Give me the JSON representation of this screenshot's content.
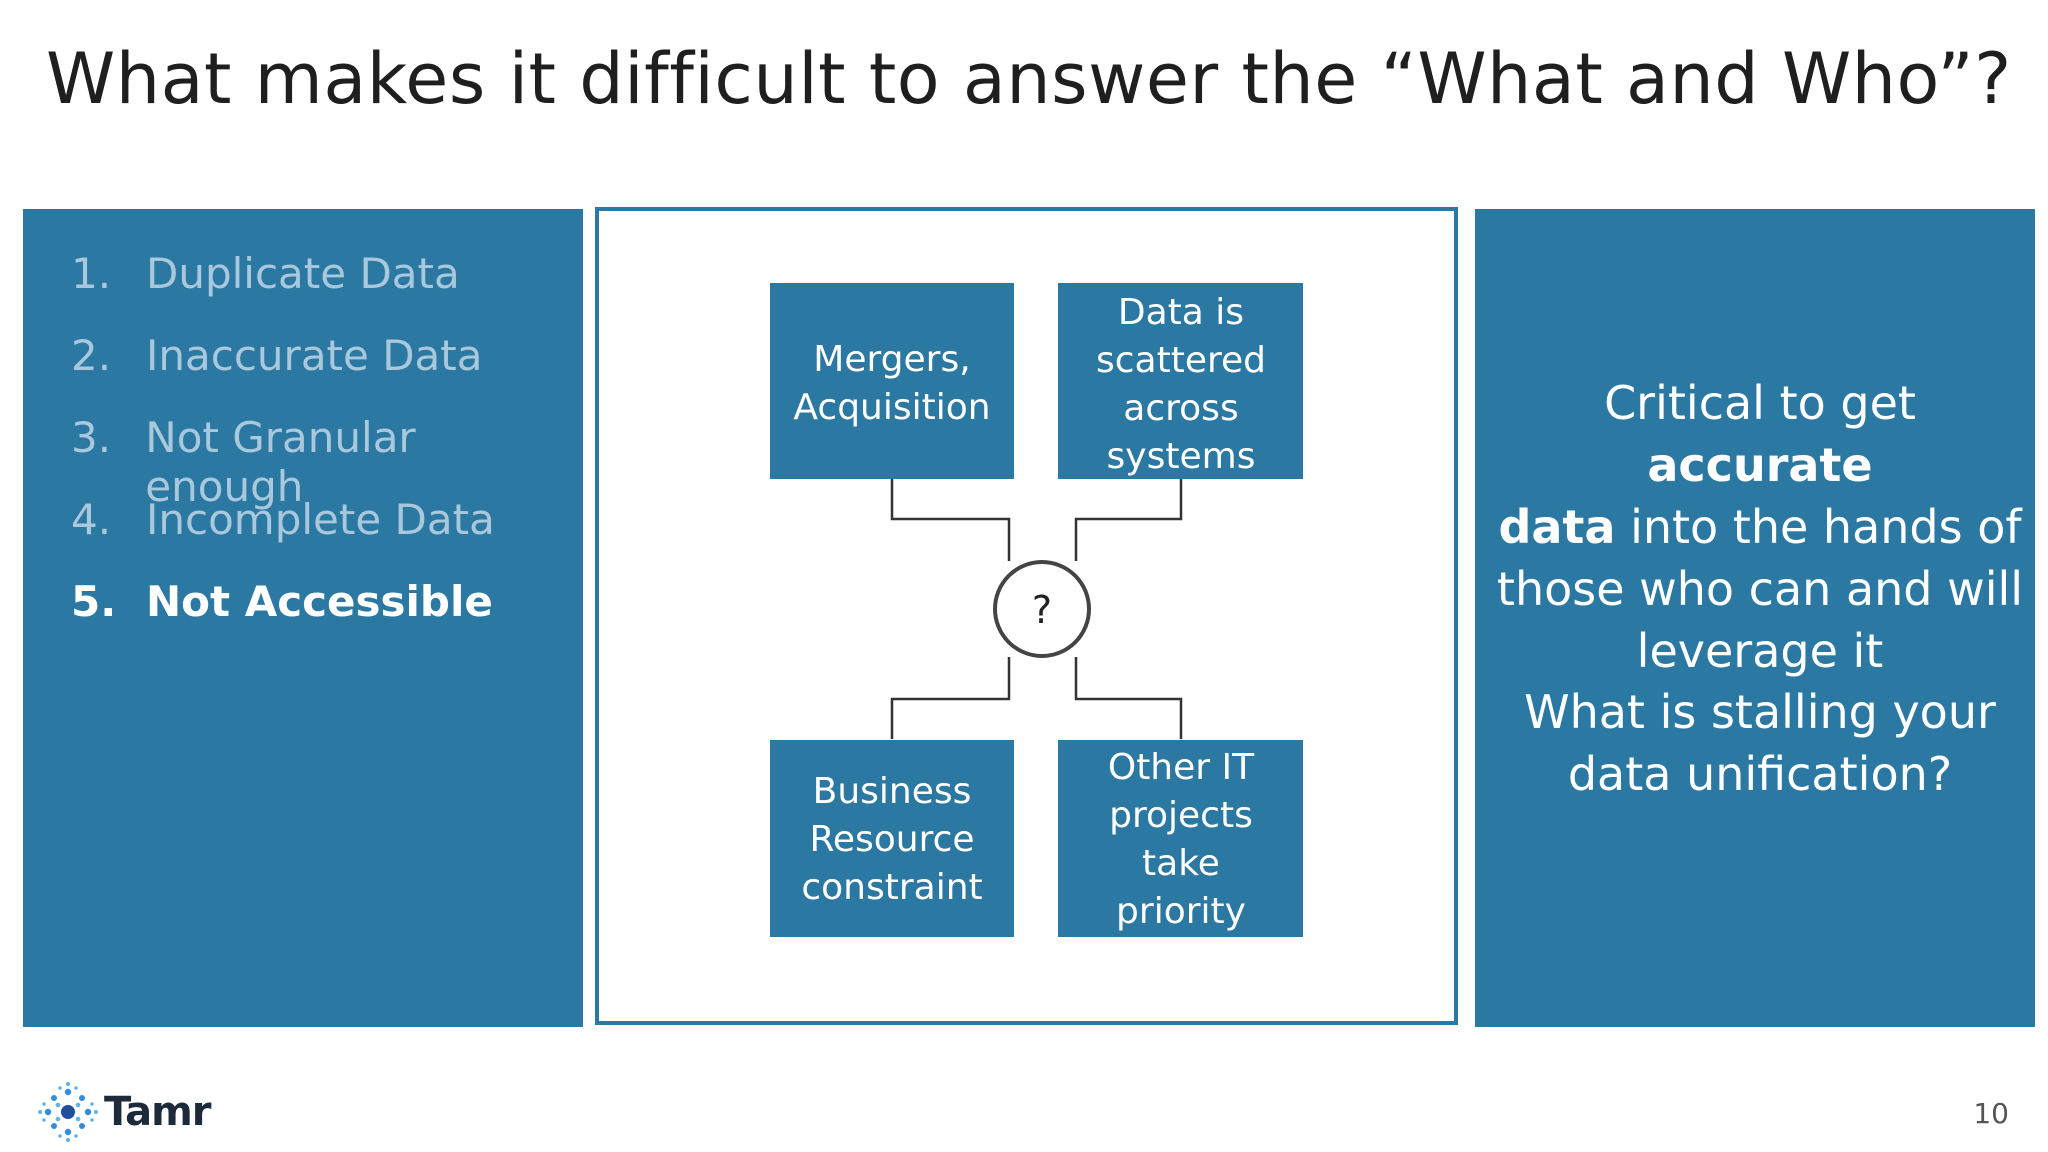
{
  "slide": {
    "title": "What makes it difficult to answer the “What and Who”?",
    "page_number": "10"
  },
  "issues": [
    {
      "number": "1.",
      "label": "Duplicate Data",
      "active": false
    },
    {
      "number": "2.",
      "label": "Inaccurate Data",
      "active": false
    },
    {
      "number": "3.",
      "label": "Not Granular enough",
      "active": false
    },
    {
      "number": "4.",
      "label": "Incomplete Data",
      "active": false
    },
    {
      "number": "5.",
      "label": "Not Accessible",
      "active": true
    }
  ],
  "diagram": {
    "center_label": "?",
    "boxes": {
      "top_left": [
        "Mergers,",
        "Acquisition"
      ],
      "top_right": [
        "Data is",
        "scattered",
        "across",
        "systems"
      ],
      "bottom_left": [
        "Business",
        "Resource",
        "constraint"
      ],
      "bottom_right": [
        "Other IT",
        "projects",
        "take",
        "priority"
      ]
    }
  },
  "right_panel": {
    "critical_pre": "Critical to get ",
    "critical_bold_1": "accurate",
    "critical_bold_2": "data",
    "critical_post": " into the hands of those who can and will leverage it",
    "question": "What is stalling your data unification?"
  },
  "logo": {
    "name": "Tamr",
    "icon": "tamr-starburst-icon"
  },
  "colors": {
    "panel_blue": "#2b79a3",
    "muted_list_text": "#a9c8dc",
    "connector_gray": "#333333"
  }
}
